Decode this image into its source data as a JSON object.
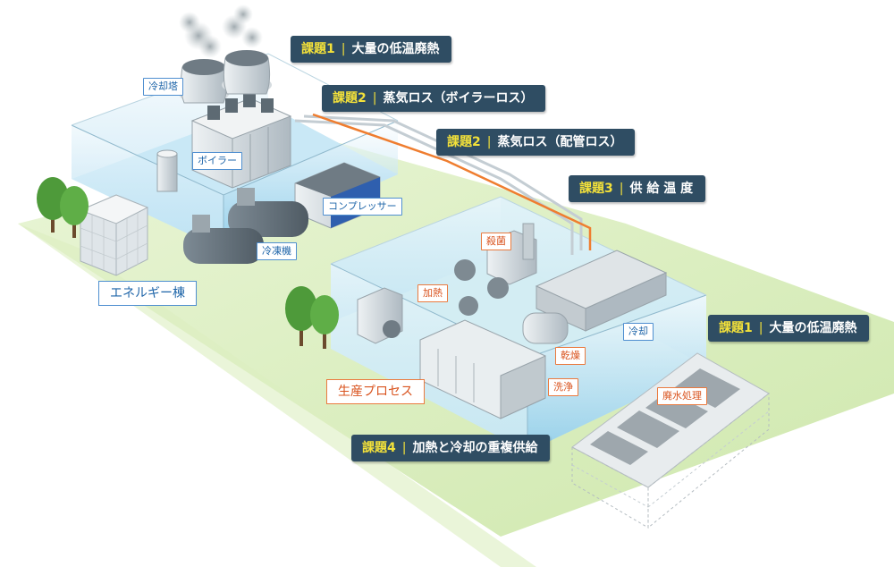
{
  "callouts": [
    {
      "id": "c1",
      "num": "課題1",
      "text": "大量の低温廃熱"
    },
    {
      "id": "c2",
      "num": "課題2",
      "text": "蒸気ロス（ボイラーロス）"
    },
    {
      "id": "c3",
      "num": "課題2",
      "text": "蒸気ロス（配管ロス）"
    },
    {
      "id": "c4",
      "num": "課題3",
      "text": "供 給 温 度"
    },
    {
      "id": "c5",
      "num": "課題1",
      "text": "大量の低温廃熱"
    },
    {
      "id": "c6",
      "num": "課題4",
      "text": "加熱と冷却の重複供給"
    }
  ],
  "tags": {
    "cooling_tower": "冷却塔",
    "boiler": "ボイラー",
    "compressor": "コンプレッサー",
    "chiller": "冷凍機",
    "sterilize": "殺菌",
    "heating": "加熱",
    "cooling": "冷却",
    "drying": "乾燥",
    "washing": "洗浄",
    "wastewater": "廃水処理"
  },
  "zones": {
    "energy": "エネルギー棟",
    "production": "生産プロセス"
  },
  "colors": {
    "callout_bg": "#2f4d63",
    "callout_num": "#f3e13a",
    "tag_blue": "#1d64a8",
    "tag_orange": "#d9531e",
    "steam_pipe": "#ef7d2f"
  }
}
